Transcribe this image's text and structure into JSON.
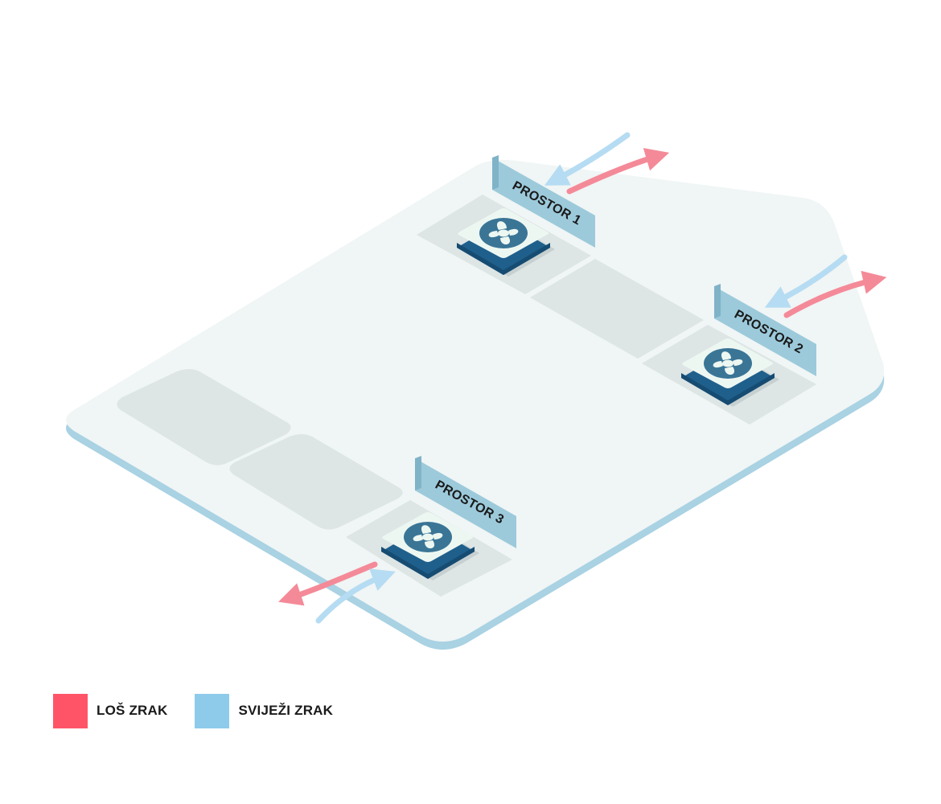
{
  "rooms": [
    {
      "label": "PROSTOR 1"
    },
    {
      "label": "PROSTOR 2"
    },
    {
      "label": "PROSTOR 3"
    }
  ],
  "legend": [
    {
      "label": "LOŠ ZRAK",
      "color": "#ff5468",
      "meaning": "bad-air"
    },
    {
      "label": "SVIJEŽI ZRAK",
      "color": "#8ecbeb",
      "meaning": "fresh-air"
    }
  ],
  "colors": {
    "bad_air_arrow": "#f48a98",
    "fresh_air_arrow": "#b5dcf2",
    "floor": "#f0f5f5",
    "floor_edge": "#a9d2e3",
    "tile": "#dde5e5",
    "sign": "#9ccadb",
    "fan_body": "#1f5f8c",
    "fan_top": "#edf7f2",
    "fan_grill": "#3a7596"
  },
  "icons": {
    "fan": "ventilation-fan-icon"
  }
}
